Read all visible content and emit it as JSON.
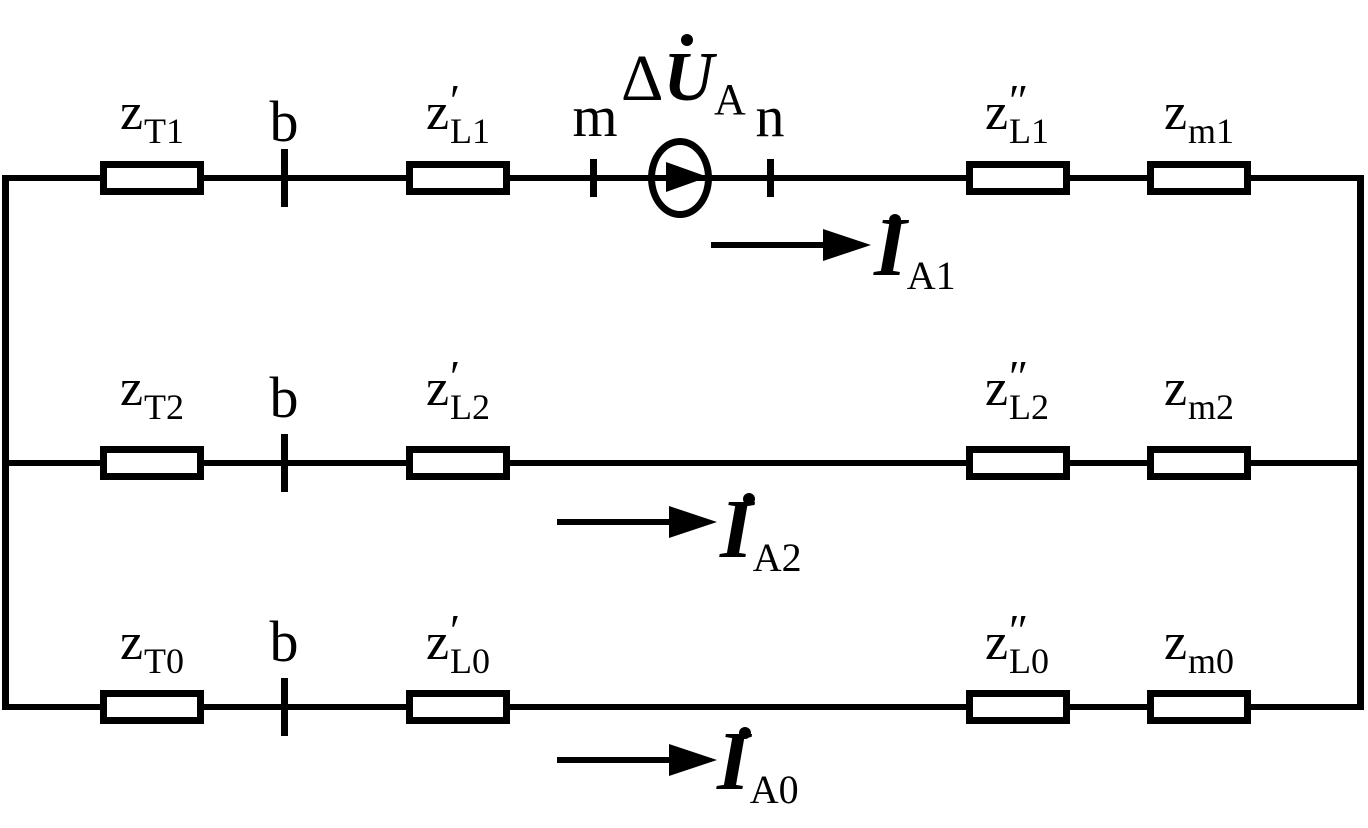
{
  "figure": {
    "type": "sequence-network-circuit-diagram",
    "background_color": "#ffffff",
    "stroke_color": "#000000",
    "source": {
      "prefix": "Δ",
      "base": "U",
      "accent": "dot",
      "sub": "A"
    },
    "rows": [
      {
        "name": "positive-sequence",
        "impedances": [
          {
            "base": "z",
            "sup": "",
            "sub": "T1"
          },
          {
            "base": "z",
            "sup": "′",
            "sub": "L1"
          },
          {
            "base": "z",
            "sup": "″",
            "sub": "L1"
          },
          {
            "base": "z",
            "sup": "",
            "sub": "m1"
          }
        ],
        "nodes": [
          {
            "label": "b"
          },
          {
            "label": "m"
          },
          {
            "label": "n"
          }
        ],
        "current": {
          "base": "I",
          "accent": "dot",
          "sub": "A1"
        }
      },
      {
        "name": "negative-sequence",
        "impedances": [
          {
            "base": "z",
            "sup": "",
            "sub": "T2"
          },
          {
            "base": "z",
            "sup": "′",
            "sub": "L2"
          },
          {
            "base": "z",
            "sup": "″",
            "sub": "L2"
          },
          {
            "base": "z",
            "sup": "",
            "sub": "m2"
          }
        ],
        "nodes": [
          {
            "label": "b"
          }
        ],
        "current": {
          "base": "I",
          "accent": "dot",
          "sub": "A2"
        }
      },
      {
        "name": "zero-sequence",
        "impedances": [
          {
            "base": "z",
            "sup": "",
            "sub": "T0"
          },
          {
            "base": "z",
            "sup": "′",
            "sub": "L0"
          },
          {
            "base": "z",
            "sup": "″",
            "sub": "L0"
          },
          {
            "base": "z",
            "sup": "",
            "sub": "m0"
          }
        ],
        "nodes": [
          {
            "label": "b"
          }
        ],
        "current": {
          "base": "I",
          "accent": "dot",
          "sub": "A0"
        }
      }
    ]
  }
}
